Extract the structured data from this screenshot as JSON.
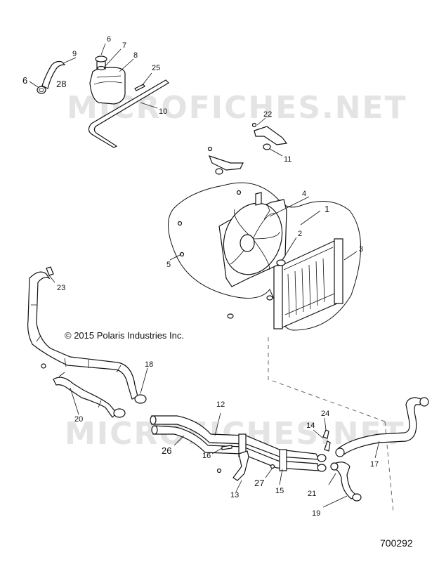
{
  "watermark": "MICROFICHES.NET",
  "copyright": "© 2015 Polaris Industries Inc.",
  "figure_number": "700292",
  "callouts": {
    "c1": "1",
    "c2": "2",
    "c3": "3",
    "c4": "4",
    "c5": "5",
    "c6a": "6",
    "c6b": "6",
    "c7": "7",
    "c8": "8",
    "c9": "9",
    "c10": "10",
    "c11": "11",
    "c12": "12",
    "c13": "13",
    "c14": "14",
    "c15": "15",
    "c16": "16",
    "c17": "17",
    "c18": "18",
    "c19": "19",
    "c20": "20",
    "c21": "21",
    "c22": "22",
    "c23": "23",
    "c24": "24",
    "c25": "25",
    "c26": "26",
    "c27": "27",
    "c28": "28"
  }
}
